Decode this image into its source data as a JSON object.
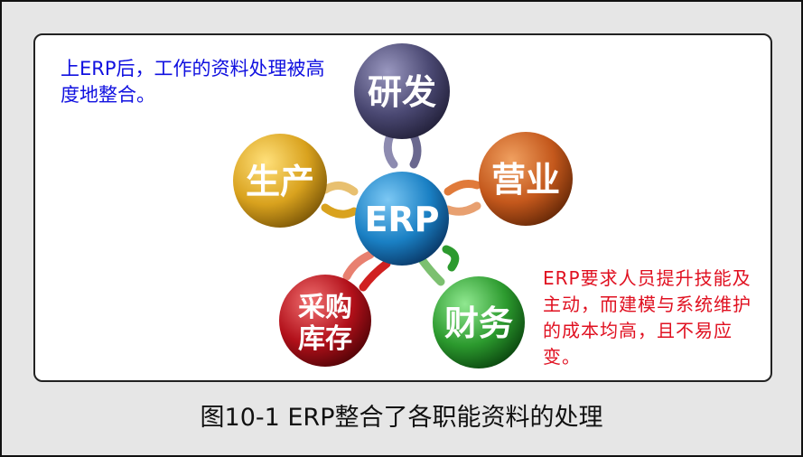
{
  "notes": {
    "top_left": "上ERP后，工作的资料处理被高度地整合。",
    "bottom_right": "ERP要求人员提升技能及主动，而建模与系统维护的成本均高，且不易应变。"
  },
  "nodes": {
    "center": "ERP",
    "rd": "研发",
    "sales": "营业",
    "production": "生产",
    "purchasing_line1": "采购",
    "purchasing_line2": "库存",
    "finance": "财务"
  },
  "colors": {
    "rd": "#4a4872",
    "sales": "#c4581c",
    "production": "#d9a21e",
    "center": "#1a80c4",
    "purchasing": "#b2101a",
    "finance": "#2c9a2e",
    "note_blue": "#1010e0",
    "note_red": "#e01020"
  },
  "caption": "图10-1 ERP整合了各职能资料的处理"
}
